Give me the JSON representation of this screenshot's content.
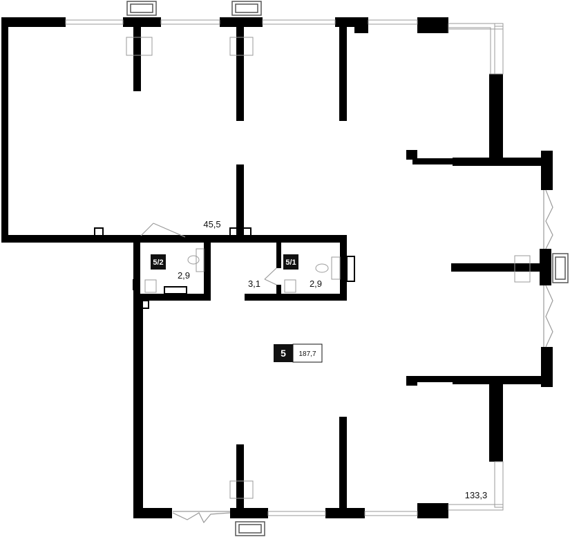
{
  "plan": {
    "wall_color": "#000000",
    "fixture_color": "#9a9a9a",
    "room_badges": [
      {
        "id": "5/2",
        "area": "2,9"
      },
      {
        "id": "5/1",
        "area": "2,9"
      }
    ],
    "main_unit": {
      "id": "5",
      "area": "187,7"
    },
    "area_labels": {
      "left_hall": "45,5",
      "corridor": "3,1",
      "right_hall": "133,3"
    }
  }
}
